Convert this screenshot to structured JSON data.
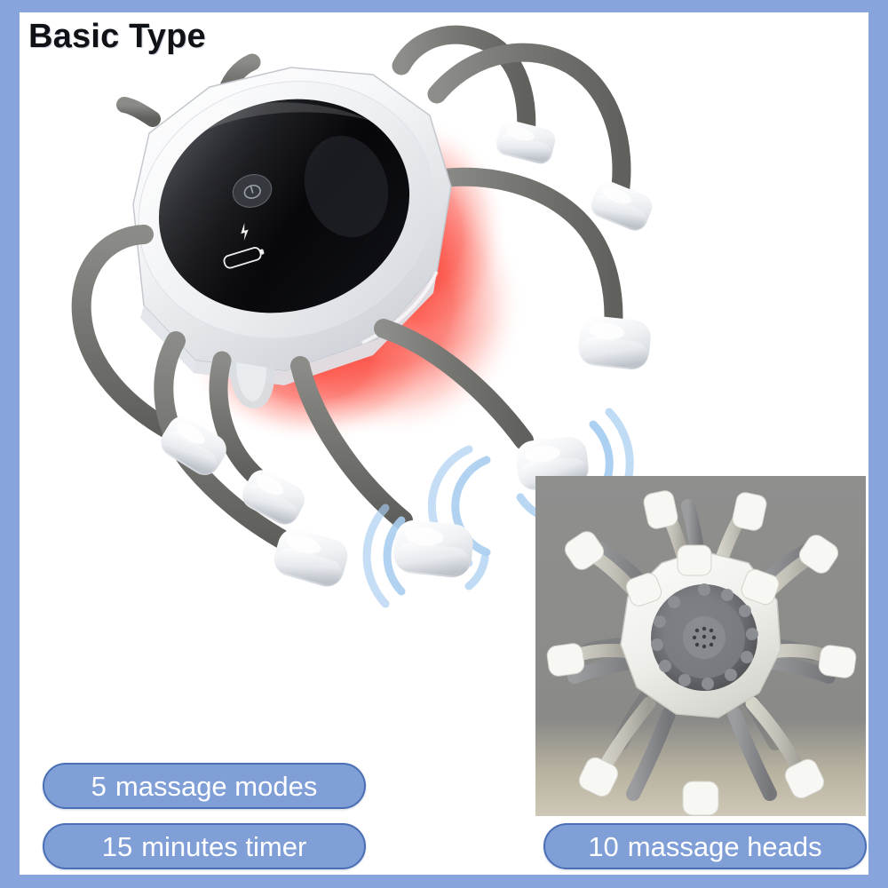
{
  "page": {
    "border_color": "#87a5dc",
    "background": "#ffffff"
  },
  "header": {
    "title": "Basic Type"
  },
  "product": {
    "name": "octopus-scalp-massager",
    "body_color": "#f2f3f5",
    "panel_color": "#0a0a0c",
    "leg_color": "#72726f",
    "head_color": "#f4f5f7",
    "glow_color": "#f8403a",
    "wave_color": "#a8cdf0",
    "controls": {
      "power_icon": "power-icon",
      "charging_icon": "lightning-bolt-icon",
      "battery_icon": "battery-icon"
    }
  },
  "inset": {
    "name": "underside-photo",
    "caption_badge": "badge-heads",
    "background": "#8d8d8d"
  },
  "badges": [
    {
      "id": "modes",
      "num": "5",
      "label": "massage modes"
    },
    {
      "id": "timer",
      "num": "15",
      "label": "minutes timer"
    },
    {
      "id": "heads",
      "num": "10",
      "label": "massage heads"
    }
  ]
}
